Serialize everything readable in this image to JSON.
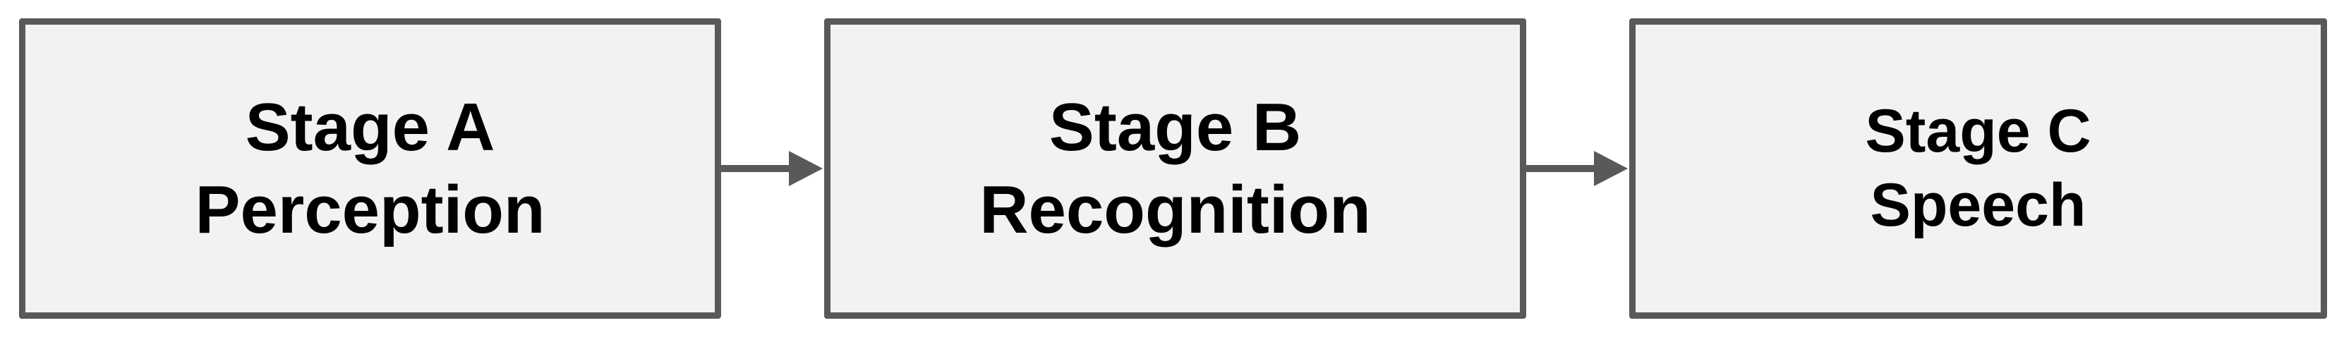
{
  "diagram": {
    "stages": [
      {
        "title": "Stage A",
        "label": "Perception"
      },
      {
        "title": "Stage B",
        "label": "Recognition"
      },
      {
        "title": "Stage C",
        "label": "Speech"
      }
    ]
  },
  "colors": {
    "box_fill": "#f2f2f2",
    "box_border": "#595959",
    "arrow": "#595959",
    "text": "#000000",
    "background": "#ffffff"
  }
}
